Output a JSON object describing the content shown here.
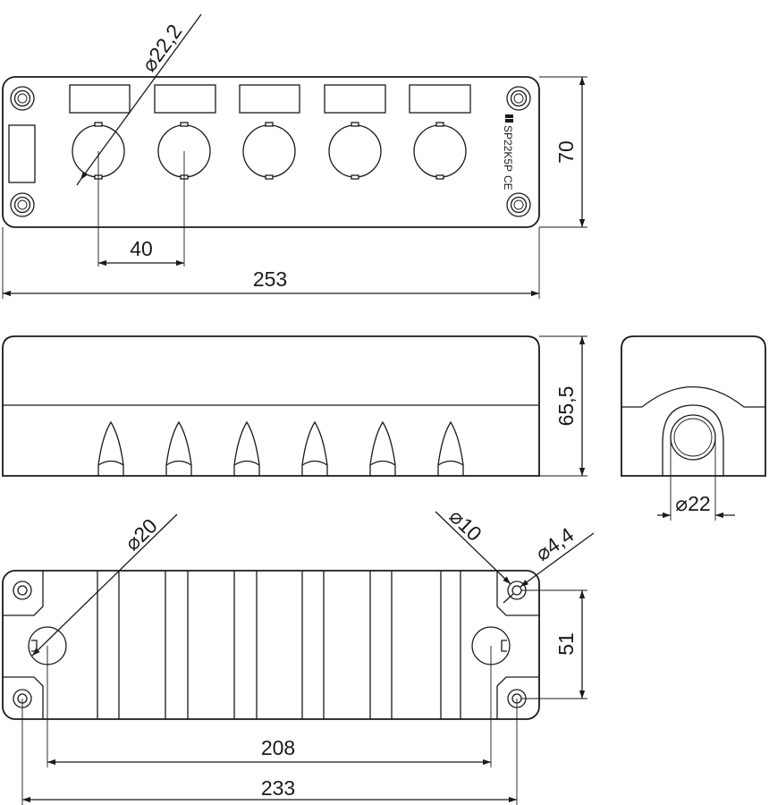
{
  "dimensions": {
    "button_hole_diameter": "⌀22,2",
    "button_pitch": "40",
    "overall_length": "253",
    "overall_width": "70",
    "overall_height": "65,5",
    "side_hole_diameter": "⌀22",
    "knockout_diameter": "⌀20",
    "boss_diameter": "⌀10",
    "screw_hole_diameter": "⌀4,4",
    "hole_spacing_vertical": "51",
    "knockout_spacing": "208",
    "mounting_hole_spacing": "233"
  },
  "marking": {
    "model": "SP22K5P",
    "ce": "CE"
  }
}
